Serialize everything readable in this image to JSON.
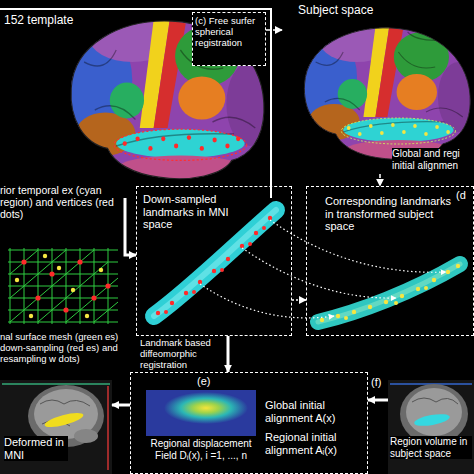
{
  "diagram": {
    "nodes": [
      {
        "text": [
          "152 template",
          "rior temporal ex (cyan region) and vertices (red dots)"
        ]
      },
      {
        "text": [
          "(c) Free surfer spherical registration"
        ],
        "in": 0
      },
      {
        "text": [
          "Subject space",
          "Global and regi initial alignmen"
        ]
      },
      {
        "text": [
          "Down-sampled landmarks in MNI space"
        ]
      },
      {
        "text": [
          "Corresponding landmarks in transformed subject space"
        ]
      },
      {
        "text": [
          "(e)",
          "Global initial alignment A(x)",
          "Regional initial alignment Aᵢ(x)"
        ]
      },
      {
        "text": [
          "Regional displacement Field Dᵢ(x), i =1, ..., n"
        ],
        "in": 5
      },
      {
        "text": [
          "Deformed in MNI"
        ]
      },
      {
        "text": [
          "Region volume in subject space"
        ]
      }
    ],
    "edges": [
      {
        "from": 0,
        "to": 3,
        "arrow": "to"
      },
      {
        "from": 1,
        "to": 2,
        "arrow": "to"
      },
      {
        "from": 2,
        "to": 4,
        "arrow": "to"
      },
      {
        "from": 3,
        "to": 4,
        "arrow": "to"
      },
      {
        "from": 3,
        "to": 5,
        "label": "Landmark based diffeomorphic registration",
        "arrow": "to"
      },
      {
        "from": 5,
        "to": 7,
        "arrow": "to"
      },
      {
        "from": 8,
        "to": 5,
        "arrow": "to"
      }
    ],
    "labels": [
      "nal surface mesh (green es) down-sampling (red es) and resampling w dots)",
      "(d",
      "(f)"
    ]
  }
}
